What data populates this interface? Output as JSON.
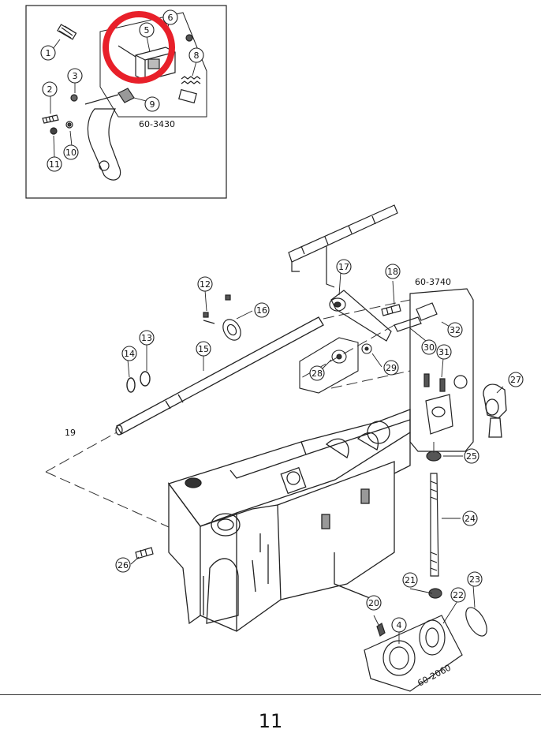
{
  "inset": {
    "group_code": "60-3430",
    "callouts": [
      {
        "id": "c1",
        "label": "1"
      },
      {
        "id": "c2",
        "label": "2"
      },
      {
        "id": "c3",
        "label": "3"
      },
      {
        "id": "c5",
        "label": "5"
      },
      {
        "id": "c6",
        "label": "6"
      },
      {
        "id": "c8",
        "label": "8"
      },
      {
        "id": "c9",
        "label": "9"
      },
      {
        "id": "c10",
        "label": "10"
      },
      {
        "id": "c11",
        "label": "11"
      }
    ]
  },
  "main": {
    "group_codes": {
      "g3740": "60-3740",
      "g2060": "60-2060"
    },
    "plain_label": "19",
    "callouts": [
      {
        "id": "c4",
        "label": "4"
      },
      {
        "id": "c12",
        "label": "12"
      },
      {
        "id": "c13",
        "label": "13"
      },
      {
        "id": "c14",
        "label": "14"
      },
      {
        "id": "c15",
        "label": "15"
      },
      {
        "id": "c16",
        "label": "16"
      },
      {
        "id": "c17",
        "label": "17"
      },
      {
        "id": "c18",
        "label": "18"
      },
      {
        "id": "c20",
        "label": "20"
      },
      {
        "id": "c21",
        "label": "21"
      },
      {
        "id": "c22",
        "label": "22"
      },
      {
        "id": "c23",
        "label": "23"
      },
      {
        "id": "c24",
        "label": "24"
      },
      {
        "id": "c25",
        "label": "25"
      },
      {
        "id": "c26",
        "label": "26"
      },
      {
        "id": "c27",
        "label": "27"
      },
      {
        "id": "c28",
        "label": "28"
      },
      {
        "id": "c29",
        "label": "29"
      },
      {
        "id": "c30",
        "label": "30"
      },
      {
        "id": "c31",
        "label": "31"
      },
      {
        "id": "c32",
        "label": "32"
      }
    ]
  },
  "highlight": {
    "color": "#e8202a",
    "target": "5"
  },
  "page_number": "11"
}
